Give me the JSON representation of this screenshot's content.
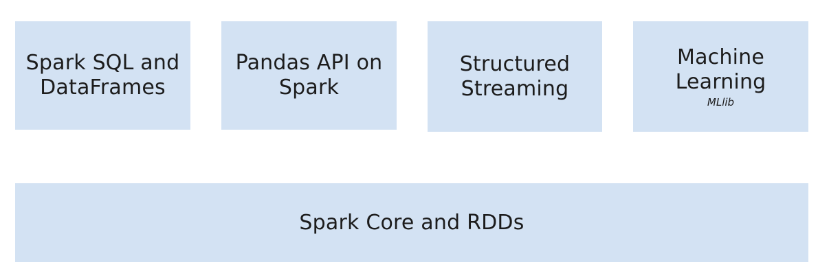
{
  "modules": [
    {
      "label_line1": "Spark SQL and",
      "label_line2": "DataFrames"
    },
    {
      "label_line1": "Pandas API on",
      "label_line2": "Spark"
    },
    {
      "label_line1": "Structured",
      "label_line2": "Streaming"
    },
    {
      "label_line1": "Machine",
      "label_line2": "Learning",
      "sublabel": "MLlib"
    }
  ],
  "core": {
    "label": "Spark Core and RDDs"
  },
  "colors": {
    "box_fill": "#d3e2f3",
    "text": "#1c1c1c",
    "background": "#ffffff"
  }
}
